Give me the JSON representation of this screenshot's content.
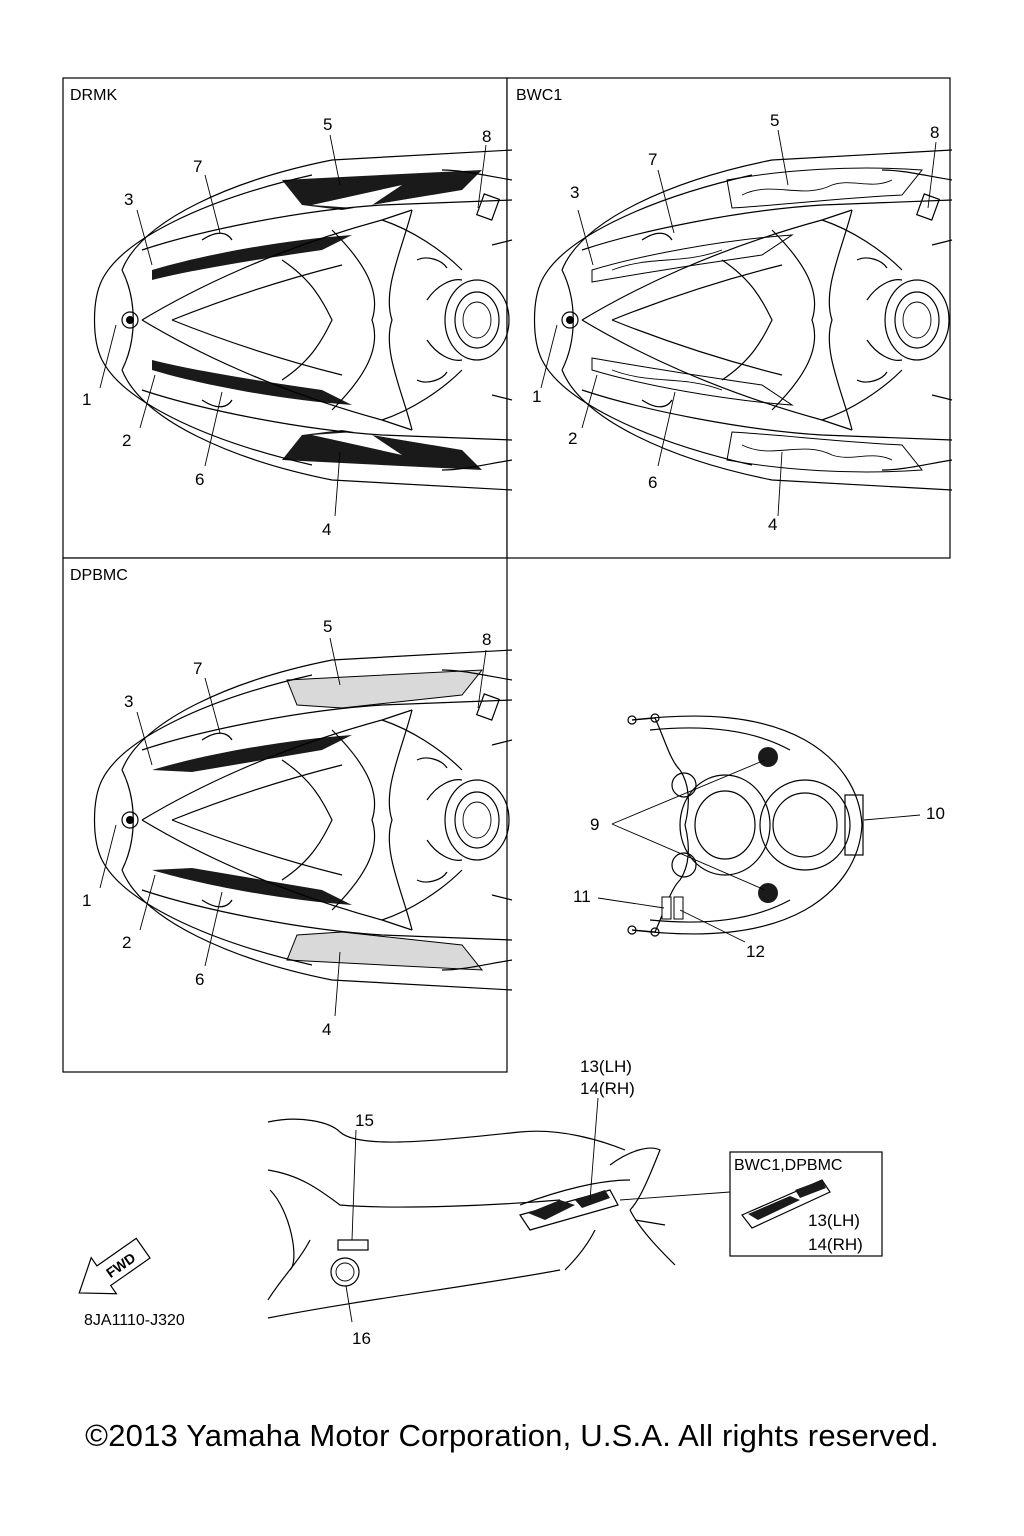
{
  "panels": [
    {
      "code": "DRMK",
      "style": "black"
    },
    {
      "code": "BWC1",
      "style": "flame"
    },
    {
      "code": "DPBMC",
      "style": "grey"
    }
  ],
  "callouts": {
    "c1": "1",
    "c2": "2",
    "c3": "3",
    "c4": "4",
    "c5": "5",
    "c6": "6",
    "c7": "7",
    "c8": "8",
    "c9": "9",
    "c10": "10",
    "c11": "11",
    "c12": "12",
    "c13": "13(LH)",
    "c14": "14(RH)",
    "c15": "15",
    "c16": "16"
  },
  "inset": {
    "title": "BWC1,DPBMC",
    "lh": "13(LH)",
    "rh": "14(RH)"
  },
  "fwd_label": "FWD",
  "part_code": "8JA1110-J320",
  "copyright": "©2013 Yamaha Motor Corporation, U.S.A. All rights reserved.",
  "colors": {
    "line": "#000000",
    "background": "#ffffff",
    "decal_fill": "#1a1a1a"
  }
}
